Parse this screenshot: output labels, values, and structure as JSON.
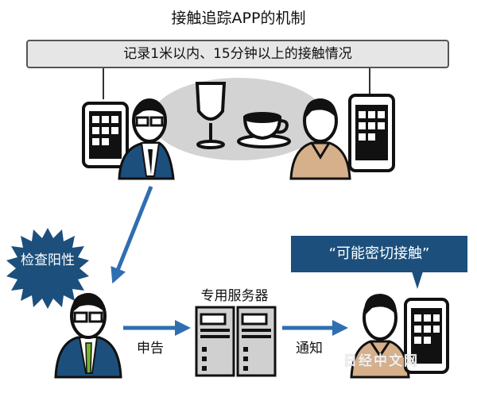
{
  "title": "接触追踪APP的机制",
  "banner": "记录1米以内、15分钟以上的接触情况",
  "burst": "检查阳性",
  "server_label": "专用服务器",
  "report_label": "申告",
  "notify_label": "通知",
  "bubble": "“可能密切接触”",
  "watermark": "日经中文网",
  "colors": {
    "dark_blue": "#1c4f7c",
    "arrow_blue": "#2f6eb0",
    "shirt_tan": "#d6b08a",
    "tie_green": "#7ab32e"
  }
}
